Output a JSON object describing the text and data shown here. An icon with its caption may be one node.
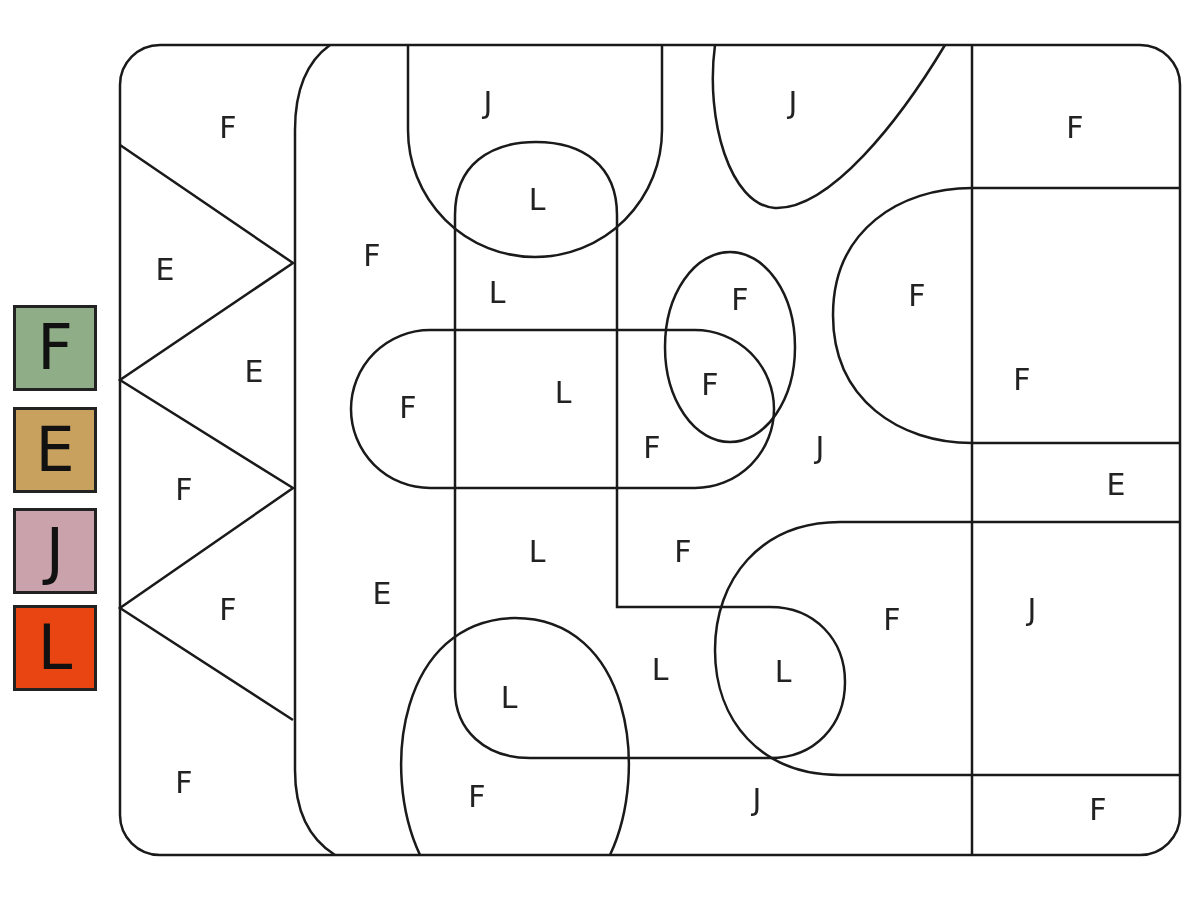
{
  "diagram": {
    "labels": [
      "J",
      "J",
      "F",
      "F",
      "L",
      "E",
      "F",
      "L",
      "F",
      "F",
      "E",
      "F",
      "L",
      "F",
      "F",
      "F",
      "J",
      "F",
      "E",
      "L",
      "F",
      "E",
      "F",
      "F",
      "J",
      "L",
      "L",
      "L",
      "F",
      "F",
      "J",
      "F"
    ],
    "legend": [
      {
        "text": "F",
        "color": "#8fad86"
      },
      {
        "text": "E",
        "color": "#c8a15e"
      },
      {
        "text": "J",
        "color": "#c9a2ab"
      },
      {
        "text": "L",
        "color": "#e84512"
      }
    ]
  }
}
